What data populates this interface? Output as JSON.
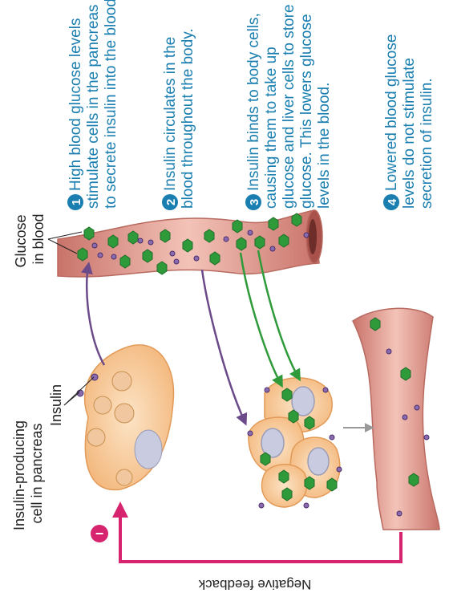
{
  "steps": [
    {
      "number": "1",
      "lines": [
        "High blood glucose levels",
        "stimulate cells in the pancreas",
        "to secrete insulin into the blood."
      ]
    },
    {
      "number": "2",
      "lines": [
        "Insulin circulates in the",
        "blood throughout the body."
      ]
    },
    {
      "number": "3",
      "lines": [
        "Insulin binds to body cells,",
        "causing them to take up",
        "glucose and liver cells to store",
        "glucose. This lowers glucose",
        "levels in the blood."
      ]
    },
    {
      "number": "4",
      "lines": [
        "Lowered blood glucose",
        "levels do not stimulate",
        "secretion of insulin."
      ]
    }
  ],
  "labels": {
    "glucose_in_blood": [
      "Glucose",
      "in blood"
    ],
    "insulin": "Insulin",
    "pancreas_cell": [
      "Insulin-producing",
      "cell in pancreas"
    ],
    "negative_feedback": "Negative feedback",
    "minus_sign": "−"
  },
  "colors": {
    "step_blue": "#1a7fb0",
    "vessel_red": "#d98a7e",
    "glucose_green": "#2e9a3a",
    "insulin_purple": "#6b4a8a",
    "feedback_pink": "#d6246e",
    "cell_orange": "#f6c48e"
  }
}
